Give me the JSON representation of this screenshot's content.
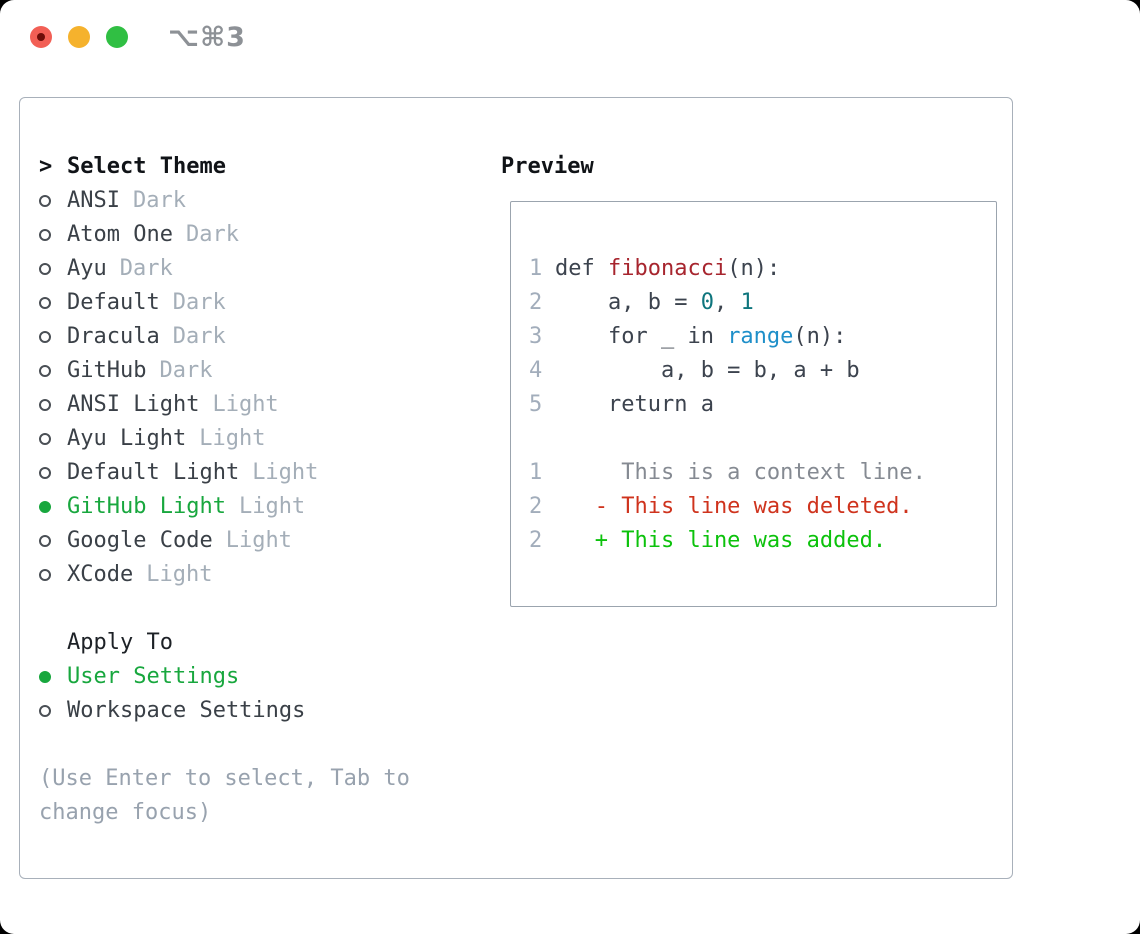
{
  "window": {
    "shortcut": "⌥⌘3"
  },
  "colors": {
    "selected_green": "#18a73e",
    "added_green": "#0cc20c",
    "deleted_red": "#cf331d",
    "function_red": "#a7252e",
    "number_teal": "#0e757d",
    "builtin_blue": "#1e8fc9",
    "muted_gray": "#a4aeb8",
    "help_gray": "#98a2ae",
    "traffic_red": "#f25f55",
    "traffic_yellow": "#f5b22d",
    "traffic_green": "#30bf43"
  },
  "theme_picker": {
    "title_prefix": ">",
    "title": "Select Theme",
    "themes": [
      {
        "name": "ANSI",
        "variant": "Dark",
        "selected": false
      },
      {
        "name": "Atom One",
        "variant": "Dark",
        "selected": false
      },
      {
        "name": "Ayu",
        "variant": "Dark",
        "selected": false
      },
      {
        "name": "Default",
        "variant": "Dark",
        "selected": false
      },
      {
        "name": "Dracula",
        "variant": "Dark",
        "selected": false
      },
      {
        "name": "GitHub",
        "variant": "Dark",
        "selected": false
      },
      {
        "name": "ANSI Light",
        "variant": "Light",
        "selected": false
      },
      {
        "name": "Ayu Light",
        "variant": "Light",
        "selected": false
      },
      {
        "name": "Default Light",
        "variant": "Light",
        "selected": false
      },
      {
        "name": "GitHub Light",
        "variant": "Light",
        "selected": true
      },
      {
        "name": "Google Code",
        "variant": "Light",
        "selected": false
      },
      {
        "name": "XCode",
        "variant": "Light",
        "selected": false
      }
    ],
    "apply_to": {
      "title": "Apply To",
      "options": [
        {
          "label": "User Settings",
          "selected": true
        },
        {
          "label": "Workspace Settings",
          "selected": false
        }
      ]
    },
    "help": "(Use Enter to select, Tab to change focus)"
  },
  "preview": {
    "title": "Preview",
    "lines": [
      {
        "num": "1",
        "segs": [
          {
            "text": "def ",
            "cls": "seg fg"
          },
          {
            "text": "fibonacci",
            "cls": "seg fn"
          },
          {
            "text": "(n):",
            "cls": "seg fg"
          }
        ]
      },
      {
        "num": "2",
        "segs": [
          {
            "text": "    a, b = ",
            "cls": "seg fg"
          },
          {
            "text": "0",
            "cls": "seg num"
          },
          {
            "text": ", ",
            "cls": "seg fg"
          },
          {
            "text": "1",
            "cls": "seg num"
          }
        ]
      },
      {
        "num": "3",
        "segs": [
          {
            "text": "    for _ in ",
            "cls": "seg fg"
          },
          {
            "text": "range",
            "cls": "seg builtin"
          },
          {
            "text": "(n):",
            "cls": "seg fg"
          }
        ]
      },
      {
        "num": "4",
        "segs": [
          {
            "text": "        a, b = b, a + b",
            "cls": "seg fg"
          }
        ]
      },
      {
        "num": "5",
        "segs": [
          {
            "text": "    return a",
            "cls": "seg fg"
          }
        ]
      },
      {
        "num": "",
        "segs": []
      },
      {
        "num": "1",
        "segs": [
          {
            "text": "     This is a context line.",
            "cls": "seg ctx"
          }
        ]
      },
      {
        "num": "2",
        "segs": [
          {
            "text": "   - This line was deleted.",
            "cls": "seg del"
          }
        ]
      },
      {
        "num": "2",
        "segs": [
          {
            "text": "   + This line was added.",
            "cls": "seg add"
          }
        ]
      }
    ]
  }
}
